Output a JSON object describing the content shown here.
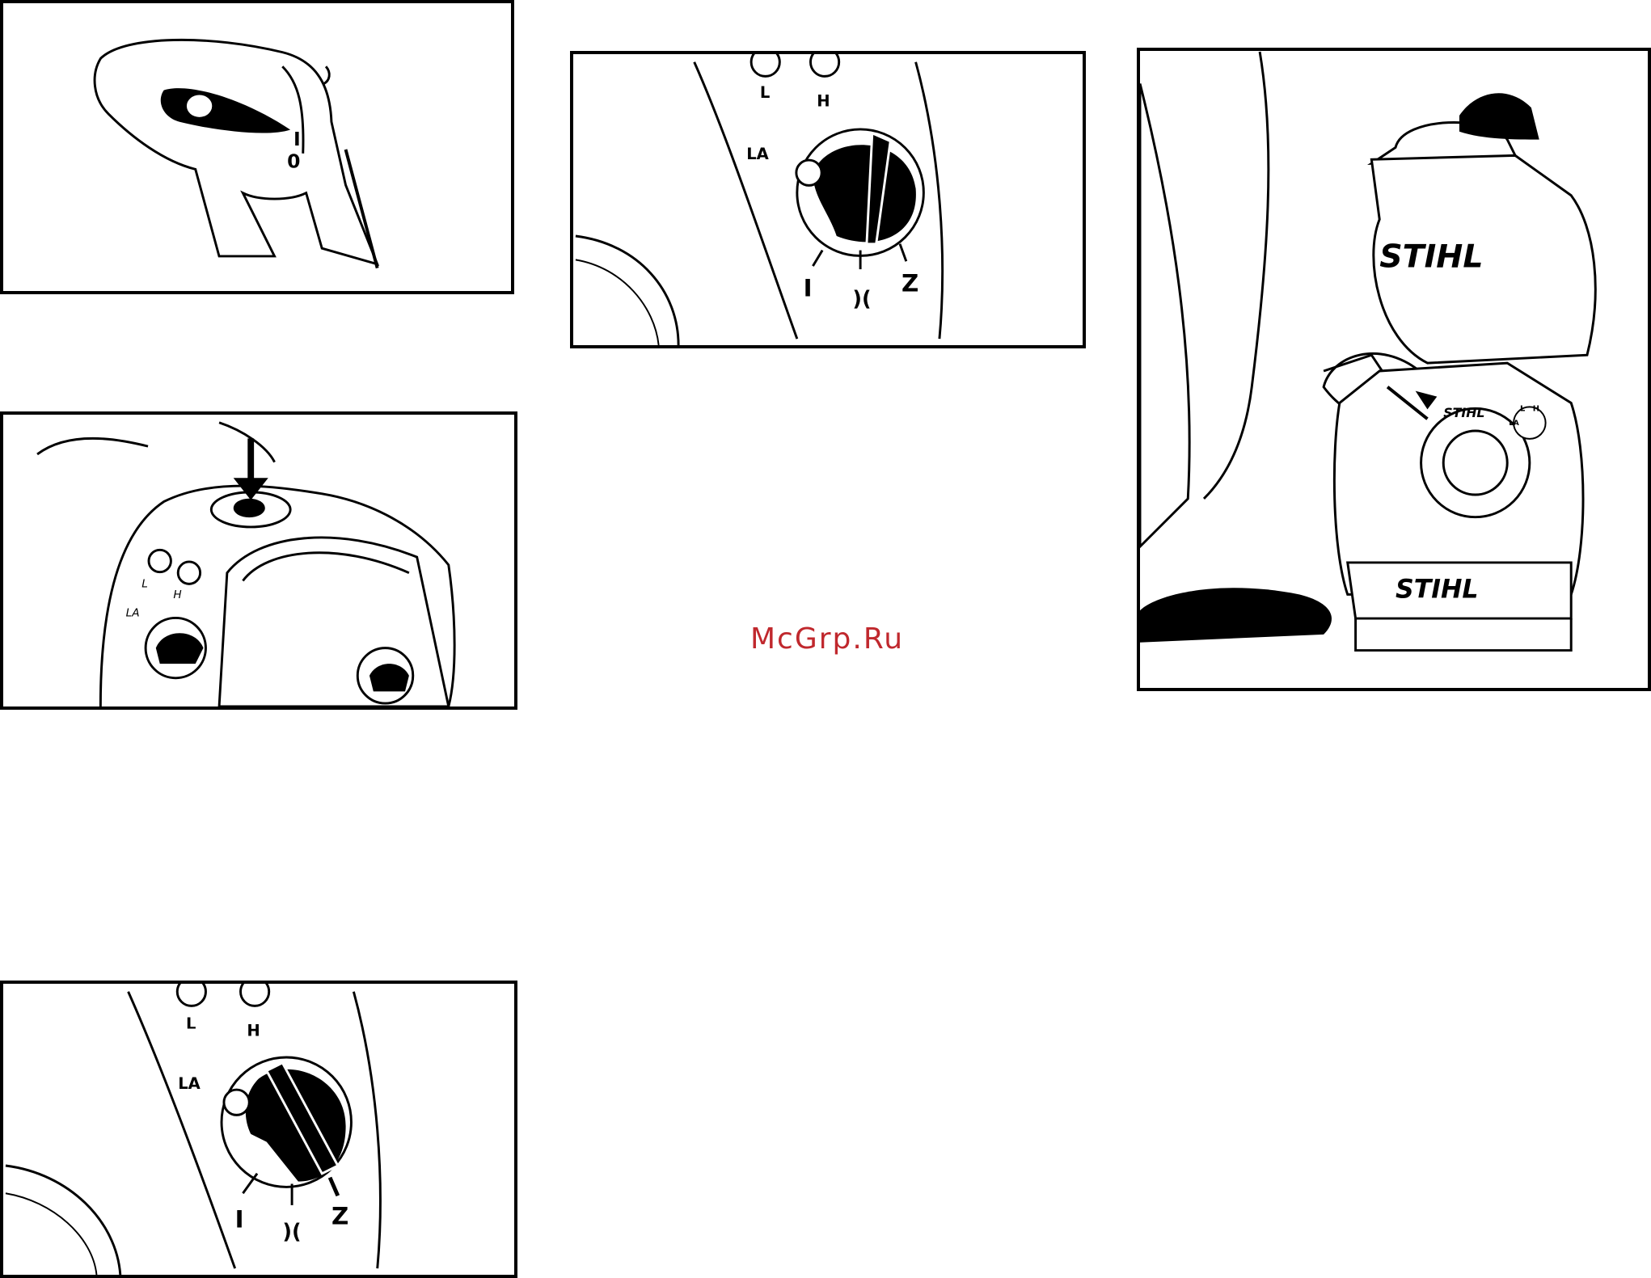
{
  "panels": {
    "switch": {
      "mark_on": "I",
      "mark_off": "0"
    },
    "choke_mid": {
      "label_l": "L",
      "label_h": "H",
      "label_la": "LA"
    },
    "operator": {
      "brand_top": "STIHL",
      "brand_engine": "STIHL",
      "brand_base": "STIHL",
      "mini_l": "L",
      "mini_h": "H",
      "mini_la": "LA"
    },
    "primer": {
      "label_l": "L",
      "label_h": "H",
      "label_la": "LA"
    },
    "choke_start": {
      "label_l": "L",
      "label_h": "H",
      "label_la": "LA"
    }
  },
  "watermark": "McGrp.Ru"
}
